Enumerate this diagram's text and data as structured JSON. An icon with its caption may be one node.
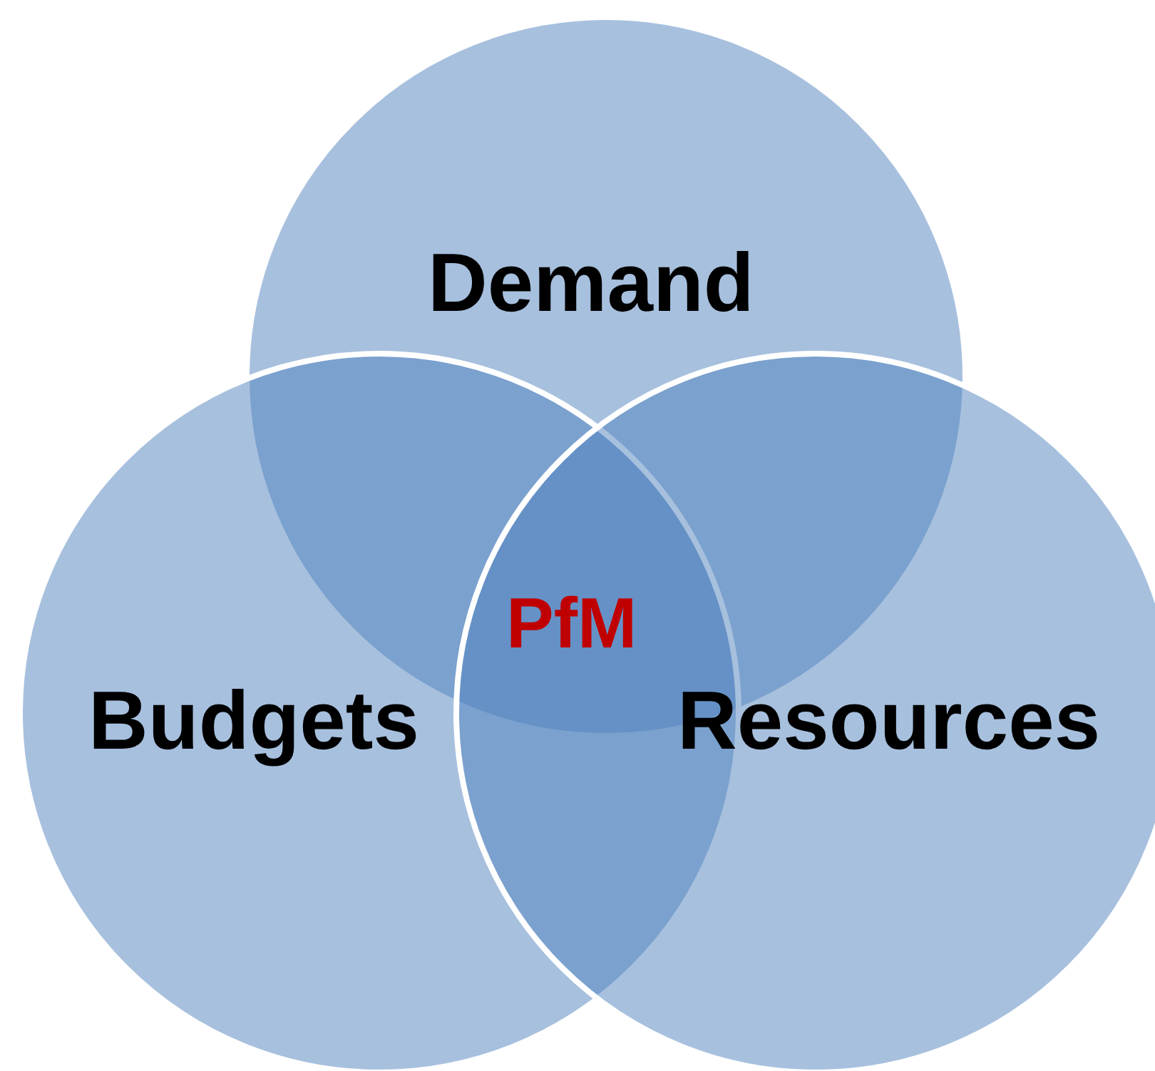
{
  "diagram": {
    "nodes": [
      {
        "text": [
          "Demand"
        ]
      },
      {
        "text": [
          "Budgets"
        ]
      },
      {
        "text": [
          "Resources"
        ]
      }
    ],
    "labels": [
      "PfM"
    ]
  }
}
